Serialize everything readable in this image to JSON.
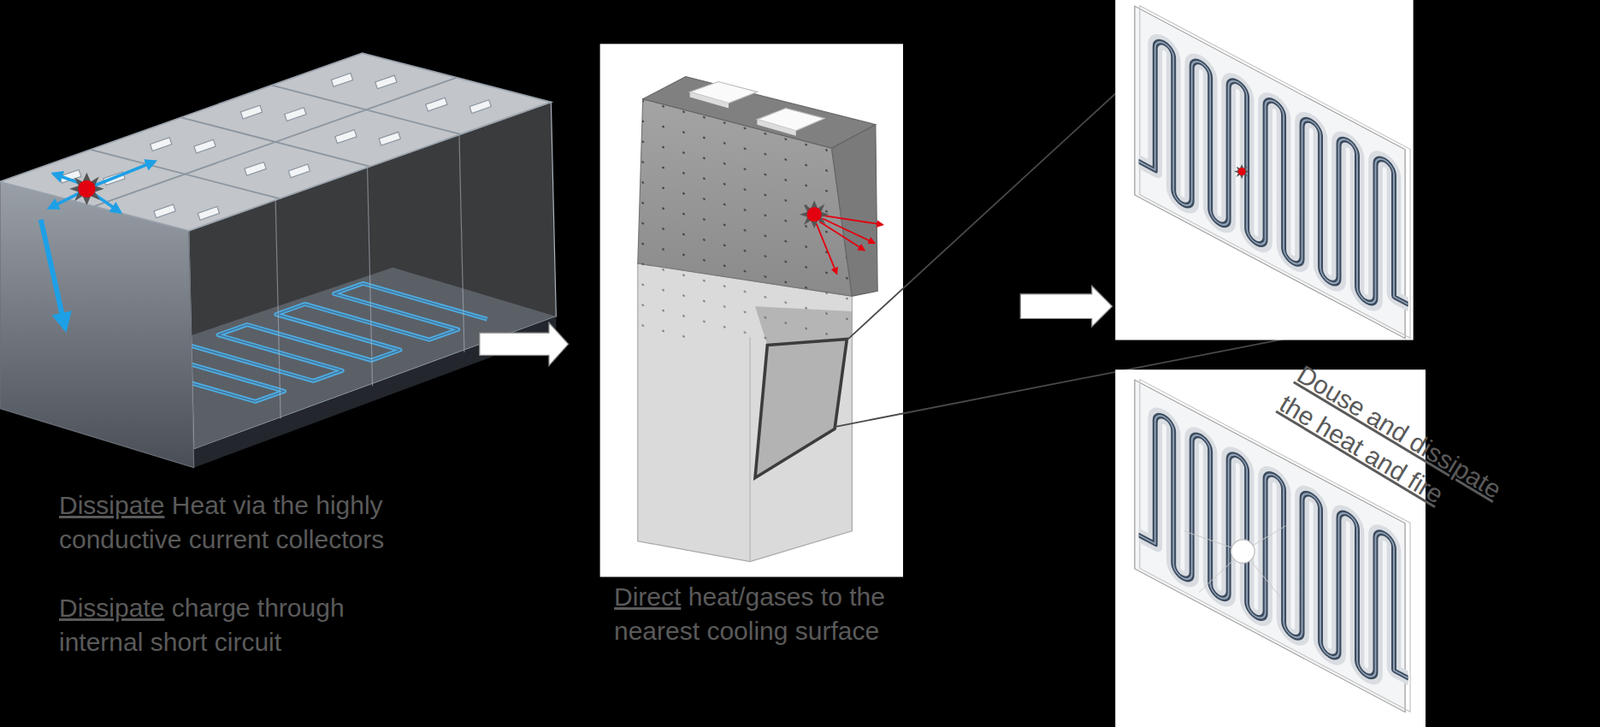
{
  "diagram": {
    "labels": [
      "Dissipate",
      "Heat via the highly conductive current collectors",
      "Dissipate",
      "charge through internal short circuit",
      "Direct",
      "heat/gases to the nearest cooling surface",
      "Douse and dissipate the heat and fire"
    ]
  }
}
